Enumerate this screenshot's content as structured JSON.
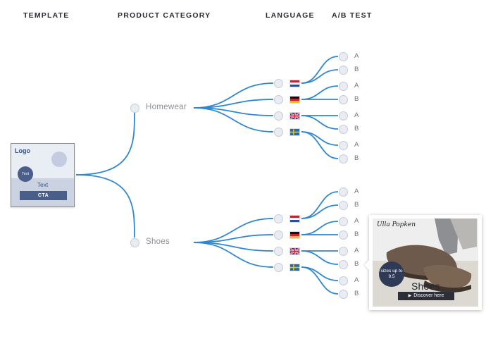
{
  "headers": {
    "template": "TEMPLATE",
    "product_category": "PRODUCT CATEGORY",
    "language": "LANGUAGE",
    "ab_test": "A/B TEST"
  },
  "template_card": {
    "logo": "Logo",
    "text_badge": "Text",
    "text": "Text",
    "cta": "CTA"
  },
  "categories": [
    {
      "name": "Homewear",
      "languages": [
        {
          "flag": "netherlands-flag-icon",
          "variants": [
            "A",
            "B"
          ]
        },
        {
          "flag": "germany-flag-icon",
          "variants": [
            "A",
            "B"
          ]
        },
        {
          "flag": "united-kingdom-flag-icon",
          "variants": [
            "A",
            "B"
          ]
        },
        {
          "flag": "sweden-flag-icon",
          "variants": [
            "A",
            "B"
          ]
        }
      ]
    },
    {
      "name": "Shoes",
      "languages": [
        {
          "flag": "netherlands-flag-icon",
          "variants": [
            "A",
            "B"
          ]
        },
        {
          "flag": "germany-flag-icon",
          "variants": [
            "A",
            "B"
          ]
        },
        {
          "flag": "united-kingdom-flag-icon",
          "variants": [
            "A",
            "B"
          ]
        },
        {
          "flag": "sweden-flag-icon",
          "variants": [
            "A",
            "B"
          ]
        }
      ]
    }
  ],
  "ad_preview": {
    "brand": "Ulla Popken",
    "badge": "sizes up to 9.5",
    "headline": "Shoes",
    "button": "Discover here",
    "button_icon": "play-icon"
  },
  "colors": {
    "edge": "#2f87d1",
    "node_fill": "#e9edf3",
    "node_border": "#c6ccd6",
    "header_text": "#2b2b33"
  }
}
